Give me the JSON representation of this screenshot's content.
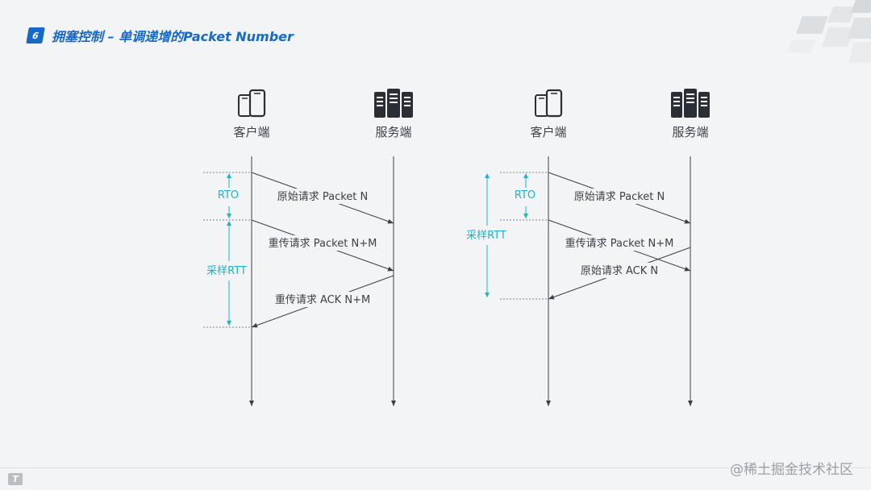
{
  "header": {
    "badge": "6",
    "title": "拥塞控制 – 单调递增的Packet Number"
  },
  "colors": {
    "accent": "#1769c9",
    "cyan": "#1fb3c9",
    "line": "#3b4148",
    "text": "#3b4148"
  },
  "diagrams": [
    {
      "client_label": "客户端",
      "server_label": "服务端",
      "client_icon": "smartphone-icon",
      "server_icon": "server-rack-icon",
      "rto_label": "RTO",
      "rtt_label": "采样RTT",
      "messages": [
        {
          "label": "原始请求 Packet N"
        },
        {
          "label": "重传请求 Packet N+M"
        },
        {
          "label": "重传请求 ACK N+M"
        }
      ]
    },
    {
      "client_label": "客户端",
      "server_label": "服务端",
      "client_icon": "smartphone-icon",
      "server_icon": "server-rack-icon",
      "rto_label": "RTO",
      "rtt_label": "采样RTT",
      "messages": [
        {
          "label": "原始请求 Packet N"
        },
        {
          "label": "重传请求 Packet N+M"
        },
        {
          "label": "原始请求 ACK N"
        }
      ]
    }
  ],
  "watermark": "@稀土掘金技术社区",
  "footer_logo": "T"
}
